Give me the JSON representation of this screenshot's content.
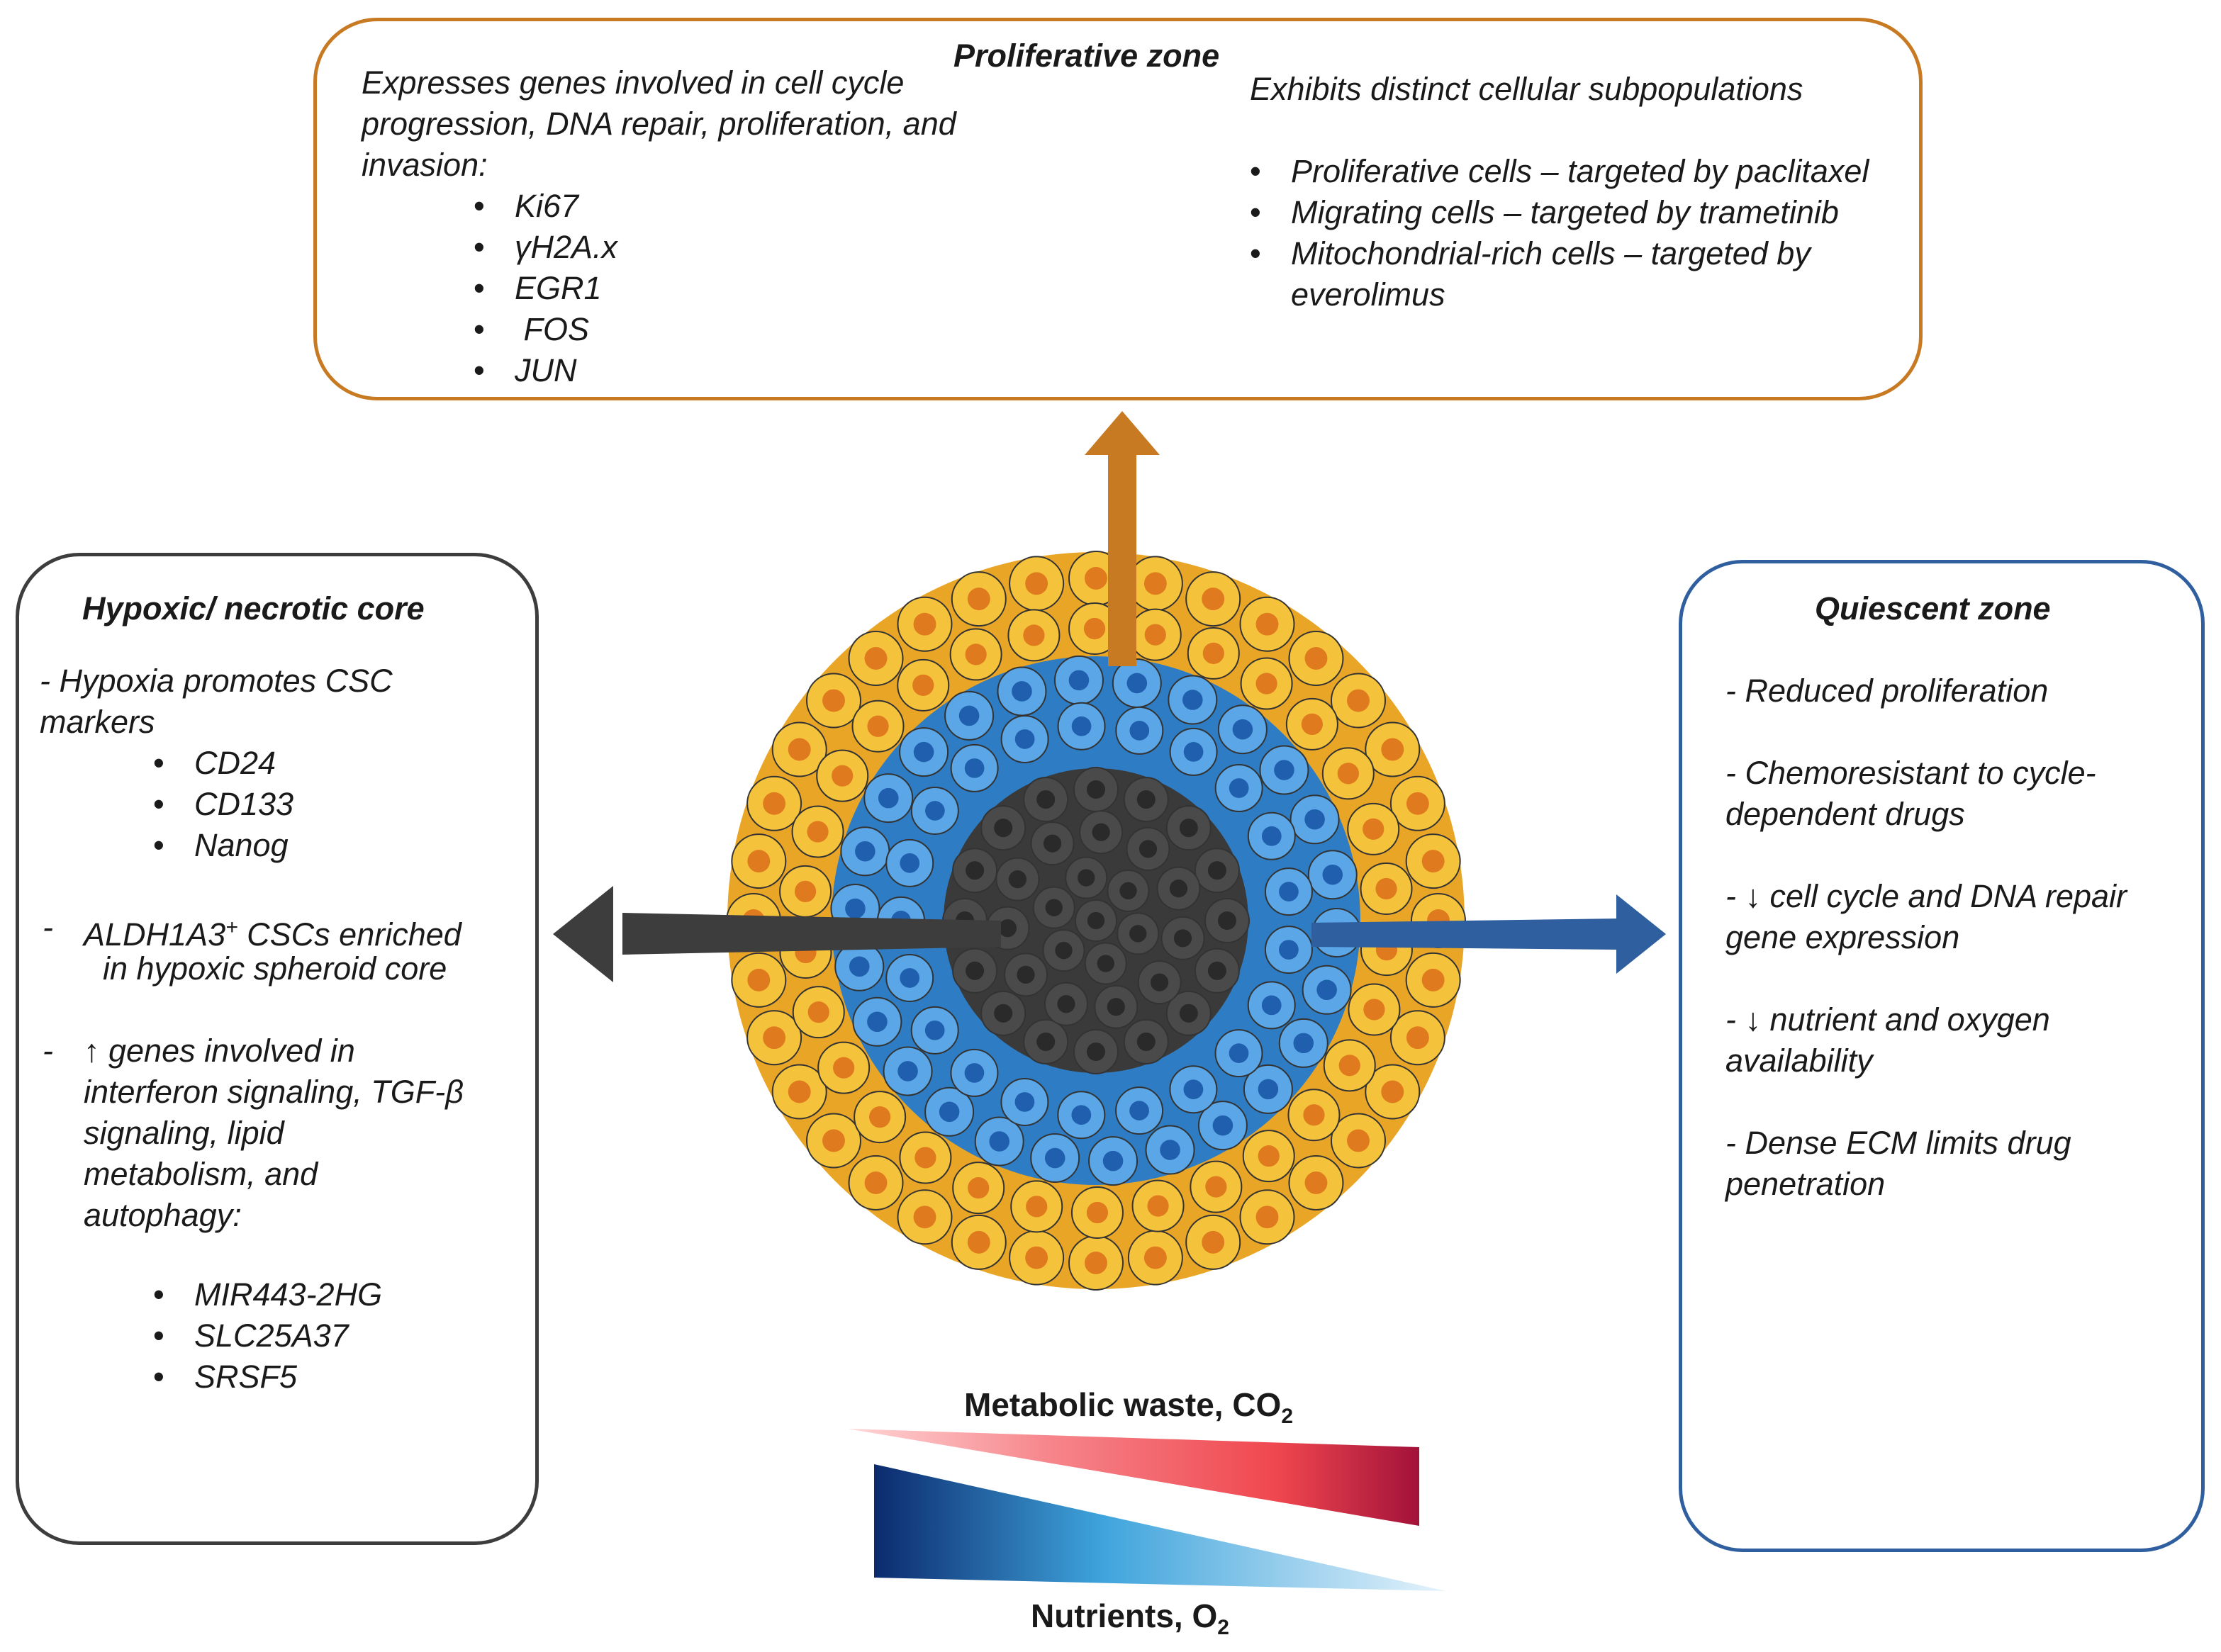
{
  "proliferative": {
    "title": "Proliferative zone",
    "left_intro": "Expresses genes involved in cell cycle progression, DNA repair, proliferation, and invasion:",
    "left_intro_lines": [
      "Expresses genes involved in cell cycle",
      "progression, DNA repair, proliferation, and",
      "invasion:"
    ],
    "genes": [
      "Ki67",
      "γH2A.x",
      "EGR1",
      " FOS",
      "JUN"
    ],
    "right_intro": "Exhibits distinct cellular subpopulations",
    "subpopulations": [
      "Proliferative cells – targeted by paclitaxel",
      "Migrating cells – targeted by trametinib",
      "Mitochondrial-rich cells – targeted by everolimus"
    ],
    "color": "#c87a22"
  },
  "hypoxic": {
    "title": "Hypoxic/ necrotic core",
    "p1_lines": [
      "- Hypoxia promotes CSC",
      "markers"
    ],
    "markers": [
      "CD24",
      "CD133",
      "Nanog"
    ],
    "p2_dash": "-",
    "p2_gene": "ALDH1A3",
    "p2_sup": "+",
    "p2_rest": "CSCs enriched",
    "p2_line2": "in hypoxic spheroid core",
    "p3_dash": "-",
    "p3_lines": [
      "↑ genes involved in",
      "interferon signaling, TGF-β",
      "signaling, lipid",
      "metabolism, and",
      "autophagy:"
    ],
    "genes": [
      "MIR443-2HG",
      "SLC25A37",
      "SRSF5"
    ],
    "color": "#3d3d3d"
  },
  "quiescent": {
    "title": "Quiescent zone",
    "items": [
      [
        "- Reduced proliferation"
      ],
      [
        "- Chemoresistant to cycle-",
        "dependent drugs"
      ],
      [
        "- ↓ cell cycle and DNA repair",
        "gene expression"
      ],
      [
        "- ↓ nutrient and oxygen",
        "availability"
      ],
      [
        "- Dense ECM limits drug",
        "penetration"
      ]
    ],
    "color": "#2f5f9e"
  },
  "gradient": {
    "waste_label": "Metabolic waste, CO",
    "waste_sub": "2",
    "nutrient_label": "Nutrients, O",
    "nutrient_sub": "2"
  },
  "spheroid": {
    "colors": {
      "yellow": "#f5c33b",
      "yellow_nucleus": "#e07a1e",
      "yellow_bg": "#e9a526",
      "blue": "#5aa6e6",
      "blue_nucleus": "#1f5fae",
      "blue_bg": "#2e7dc4",
      "dark": "#4a4a4a",
      "dark_nucleus": "#2a2a2a",
      "dark_bg": "#3a3a3a"
    }
  }
}
